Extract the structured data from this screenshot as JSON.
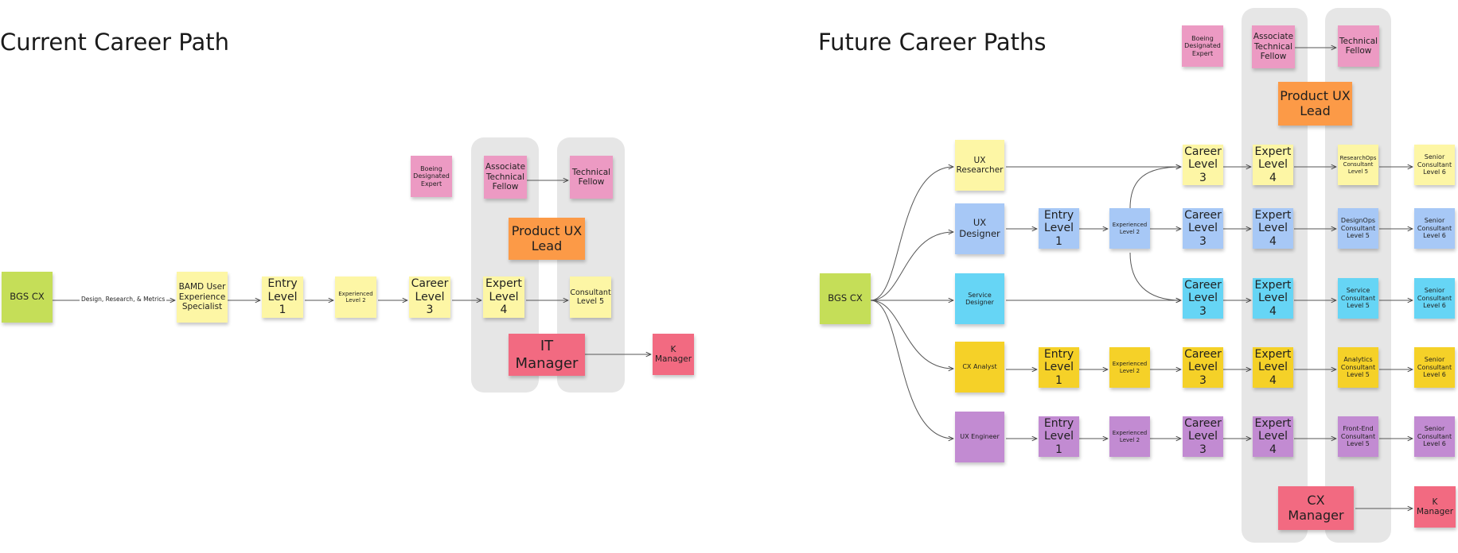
{
  "titles": {
    "current": "Current Career Path",
    "future": "Future Career Paths"
  },
  "colors": {
    "green": "#c5de58",
    "yellow": "#fdf6a5",
    "pink": "#ec9ac3",
    "orange": "#fc9a47",
    "red": "#f26a81",
    "blue": "#a7c8f6",
    "cyan": "#66d5f5",
    "gold": "#f5d128",
    "purple": "#c28bd2"
  },
  "current": {
    "bgs": "BGS CX",
    "edge_label": "Design, Research, & Metrics",
    "bamd": "BAMD User Experience Specialist",
    "entry1": "Entry Level 1",
    "exp2": "Experienced Level 2",
    "career3": "Career Level 3",
    "expert4": "Expert Level 4",
    "consultant5": "Consultant Level 5",
    "boeing": "Boeing Designated Expert",
    "atf": "Associate Technical Fellow",
    "tf": "Technical Fellow",
    "pux": "Product UX Lead",
    "itm": "IT Manager",
    "kmgr": "K Manager"
  },
  "future": {
    "bgs": "BGS CX",
    "boeing": "Boeing Designated Expert",
    "atf": "Associate Technical Fellow",
    "tf": "Technical Fellow",
    "pux": "Product UX Lead",
    "cxm": "CX Manager",
    "kmgr": "K Manager",
    "ux_researcher": {
      "role": "UX Researcher",
      "career3": "Career Level 3",
      "expert4": "Expert Level 4",
      "consultant5": "ResearchOps Consultant Level 5",
      "senior6": "Senior Consultant Level 6"
    },
    "ux_designer": {
      "role": "UX Designer",
      "entry1": "Entry Level 1",
      "exp2": "Experienced Level 2",
      "career3": "Career Level 3",
      "expert4": "Expert Level 4",
      "consultant5": "DesignOps Consultant Level 5",
      "senior6": "Senior Consultant Level 6"
    },
    "service_designer": {
      "role": "Service Designer",
      "career3": "Career Level 3",
      "expert4": "Expert Level 4",
      "consultant5": "Service Consultant Level 5",
      "senior6": "Senior Consultant Level 6"
    },
    "cx_analyst": {
      "role": "CX Analyst",
      "entry1": "Entry Level 1",
      "exp2": "Experienced Level 2",
      "career3": "Career Level 3",
      "expert4": "Expert Level 4",
      "consultant5": "Analytics Consultant Level 5",
      "senior6": "Senior Consultant Level 6"
    },
    "ux_engineer": {
      "role": "UX Engineer",
      "entry1": "Entry Level 1",
      "exp2": "Experienced Level 2",
      "career3": "Career Level 3",
      "expert4": "Expert Level 4",
      "consultant5": "Front-End Consultant Level 5",
      "senior6": "Senior Consultant Level 6"
    }
  }
}
